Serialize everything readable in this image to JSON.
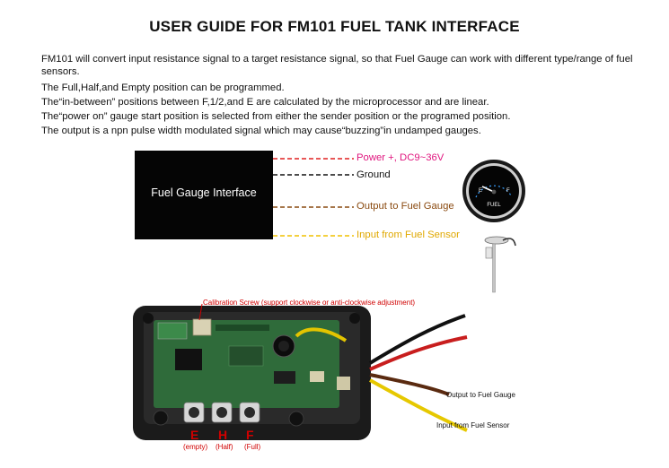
{
  "title": "USER GUIDE FOR FM101 FUEL TANK INTERFACE",
  "paragraphs": {
    "intro": "FM101 will convert input resistance signal to a target resistance signal, so that Fuel Gauge can work with different type/range of fuel sensors.",
    "p2": "The Full,Half,and Empty position can be programmed.",
    "p3": "The“in-between” positions between F,1/2,and E are calculated by the microprocessor and are linear.",
    "p4": "The“power on” gauge start position is selected from either the sender position or the programed position.",
    "p5": "The output is a npn pulse width modulated signal which may cause“buzzing”in undamped gauges."
  },
  "diagram": {
    "box_label": "Fuel Gauge Interface",
    "wires": {
      "power": "Power +, DC9~36V",
      "ground": "Ground",
      "output": "Output to Fuel Gauge",
      "input": "Input from Fuel Sensor"
    },
    "colors": {
      "power": "#e02020",
      "ground": "#111111",
      "output": "#8a4a10",
      "input": "#f0c000",
      "power_text": "#e0157e"
    },
    "gauge": {
      "label": "FUEL",
      "e_mark": "E",
      "f_mark": "F"
    }
  },
  "photo": {
    "calibration": "Calibration Screw (support clockwise or anti-clockwise adjustment)",
    "out_label": "Output to Fuel Gauge",
    "in_label": "Input from Fuel Sensor",
    "buttons": [
      {
        "letter": "E",
        "sub": "(empty)"
      },
      {
        "letter": "H",
        "sub": "(Half)"
      },
      {
        "letter": "F",
        "sub": "(Full)"
      }
    ]
  }
}
